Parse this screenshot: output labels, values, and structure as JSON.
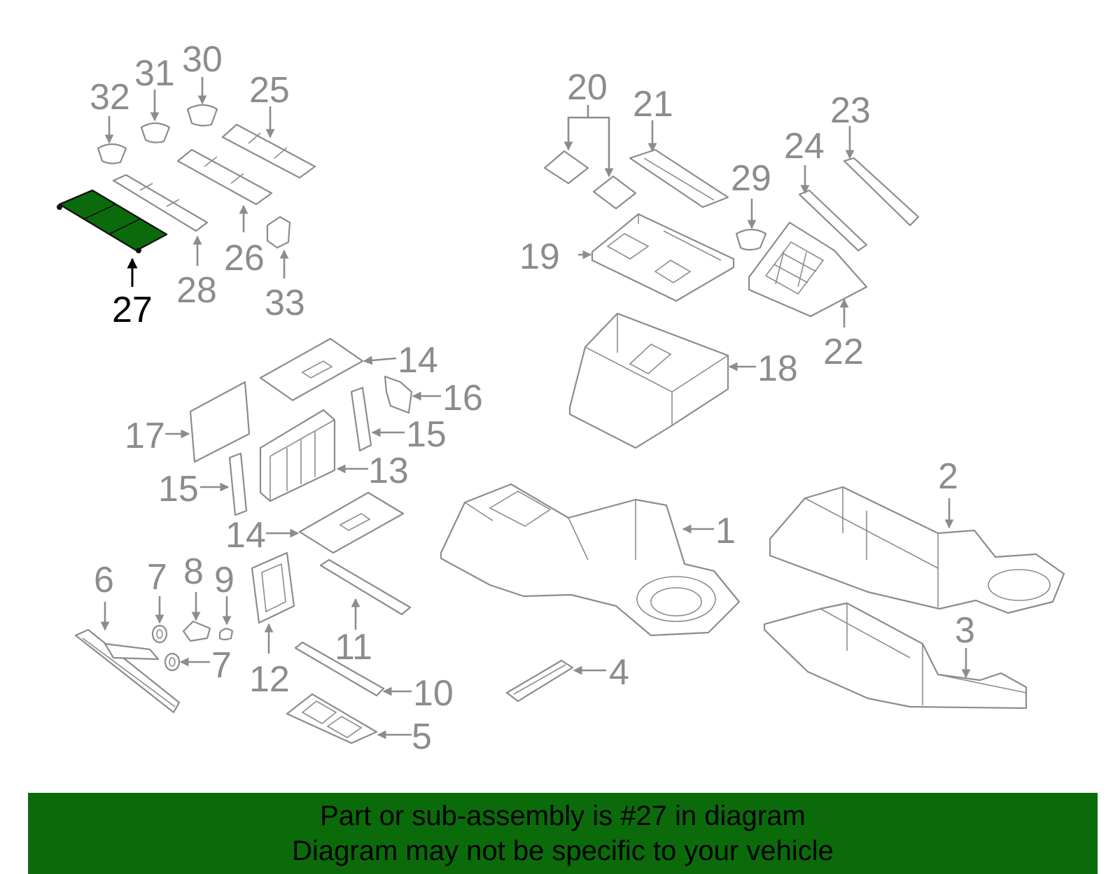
{
  "highlight": {
    "part": "27",
    "fill_color": "#0b6b0b"
  },
  "callouts": {
    "n1": "1",
    "n2": "2",
    "n3": "3",
    "n4": "4",
    "n5": "5",
    "n6": "6",
    "n7a": "7",
    "n7b": "7",
    "n8": "8",
    "n9": "9",
    "n10": "10",
    "n11": "11",
    "n12": "12",
    "n13": "13",
    "n14a": "14",
    "n14b": "14",
    "n15a": "15",
    "n15b": "15",
    "n16": "16",
    "n17": "17",
    "n18": "18",
    "n19": "19",
    "n20": "20",
    "n21": "21",
    "n22": "22",
    "n23": "23",
    "n24": "24",
    "n25": "25",
    "n26": "26",
    "n27": "27",
    "n28": "28",
    "n29": "29",
    "n30": "30",
    "n31": "31",
    "n32": "32",
    "n33": "33"
  },
  "banner": {
    "line1": "Part or sub-assembly is #27 in diagram",
    "line2": "Diagram may not be specific to your vehicle",
    "background": "#0b6b0b"
  }
}
